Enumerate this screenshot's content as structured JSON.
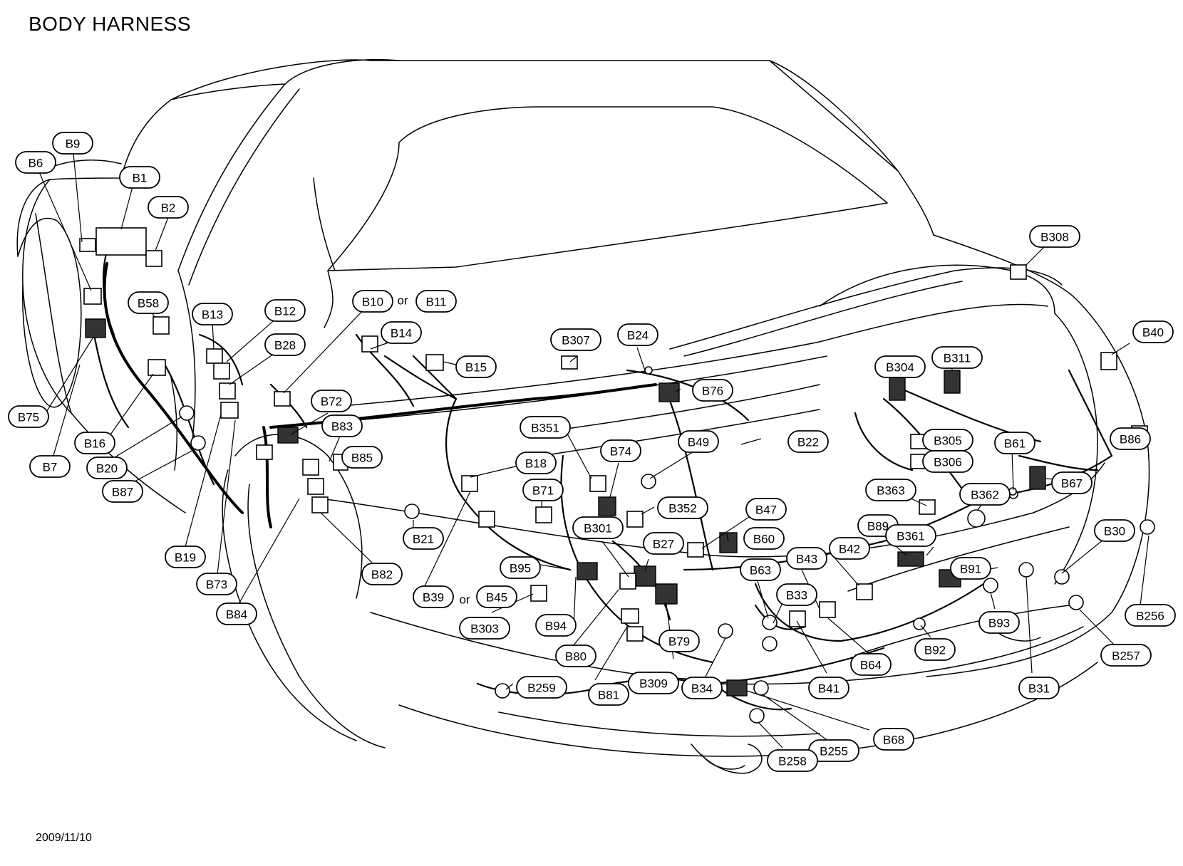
{
  "title": "BODY HARNESS",
  "date": "2009/11/10",
  "or_word": "or",
  "labels": [
    {
      "id": "B9"
    },
    {
      "id": "B6"
    },
    {
      "id": "B1"
    },
    {
      "id": "B2"
    },
    {
      "id": "B58"
    },
    {
      "id": "B13"
    },
    {
      "id": "B12"
    },
    {
      "id": "B28"
    },
    {
      "id": "B10"
    },
    {
      "id": "B11"
    },
    {
      "id": "B14"
    },
    {
      "id": "B15"
    },
    {
      "id": "B307"
    },
    {
      "id": "B24"
    },
    {
      "id": "B76"
    },
    {
      "id": "B72"
    },
    {
      "id": "B83"
    },
    {
      "id": "B85"
    },
    {
      "id": "B351"
    },
    {
      "id": "B74"
    },
    {
      "id": "B49"
    },
    {
      "id": "B22"
    },
    {
      "id": "B18"
    },
    {
      "id": "B71"
    },
    {
      "id": "B352"
    },
    {
      "id": "B75"
    },
    {
      "id": "B16"
    },
    {
      "id": "B7"
    },
    {
      "id": "B20"
    },
    {
      "id": "B87"
    },
    {
      "id": "B19"
    },
    {
      "id": "B73"
    },
    {
      "id": "B84"
    },
    {
      "id": "B21"
    },
    {
      "id": "B82"
    },
    {
      "id": "B39"
    },
    {
      "id": "B45"
    },
    {
      "id": "B301"
    },
    {
      "id": "B27"
    },
    {
      "id": "B47"
    },
    {
      "id": "B60"
    },
    {
      "id": "B95"
    },
    {
      "id": "B303"
    },
    {
      "id": "B94"
    },
    {
      "id": "B80"
    },
    {
      "id": "B79"
    },
    {
      "id": "B81"
    },
    {
      "id": "B309"
    },
    {
      "id": "B34"
    },
    {
      "id": "B259"
    },
    {
      "id": "B63"
    },
    {
      "id": "B43"
    },
    {
      "id": "B42"
    },
    {
      "id": "B33"
    },
    {
      "id": "B41"
    },
    {
      "id": "B64"
    },
    {
      "id": "B308"
    },
    {
      "id": "B40"
    },
    {
      "id": "B304"
    },
    {
      "id": "B311"
    },
    {
      "id": "B305"
    },
    {
      "id": "B306"
    },
    {
      "id": "B61"
    },
    {
      "id": "B86"
    },
    {
      "id": "B67"
    },
    {
      "id": "B363"
    },
    {
      "id": "B362"
    },
    {
      "id": "B89"
    },
    {
      "id": "B361"
    },
    {
      "id": "B91"
    },
    {
      "id": "B30"
    },
    {
      "id": "B93"
    },
    {
      "id": "B92"
    },
    {
      "id": "B31"
    },
    {
      "id": "B256"
    },
    {
      "id": "B257"
    },
    {
      "id": "B68"
    },
    {
      "id": "B255"
    },
    {
      "id": "B258"
    }
  ]
}
